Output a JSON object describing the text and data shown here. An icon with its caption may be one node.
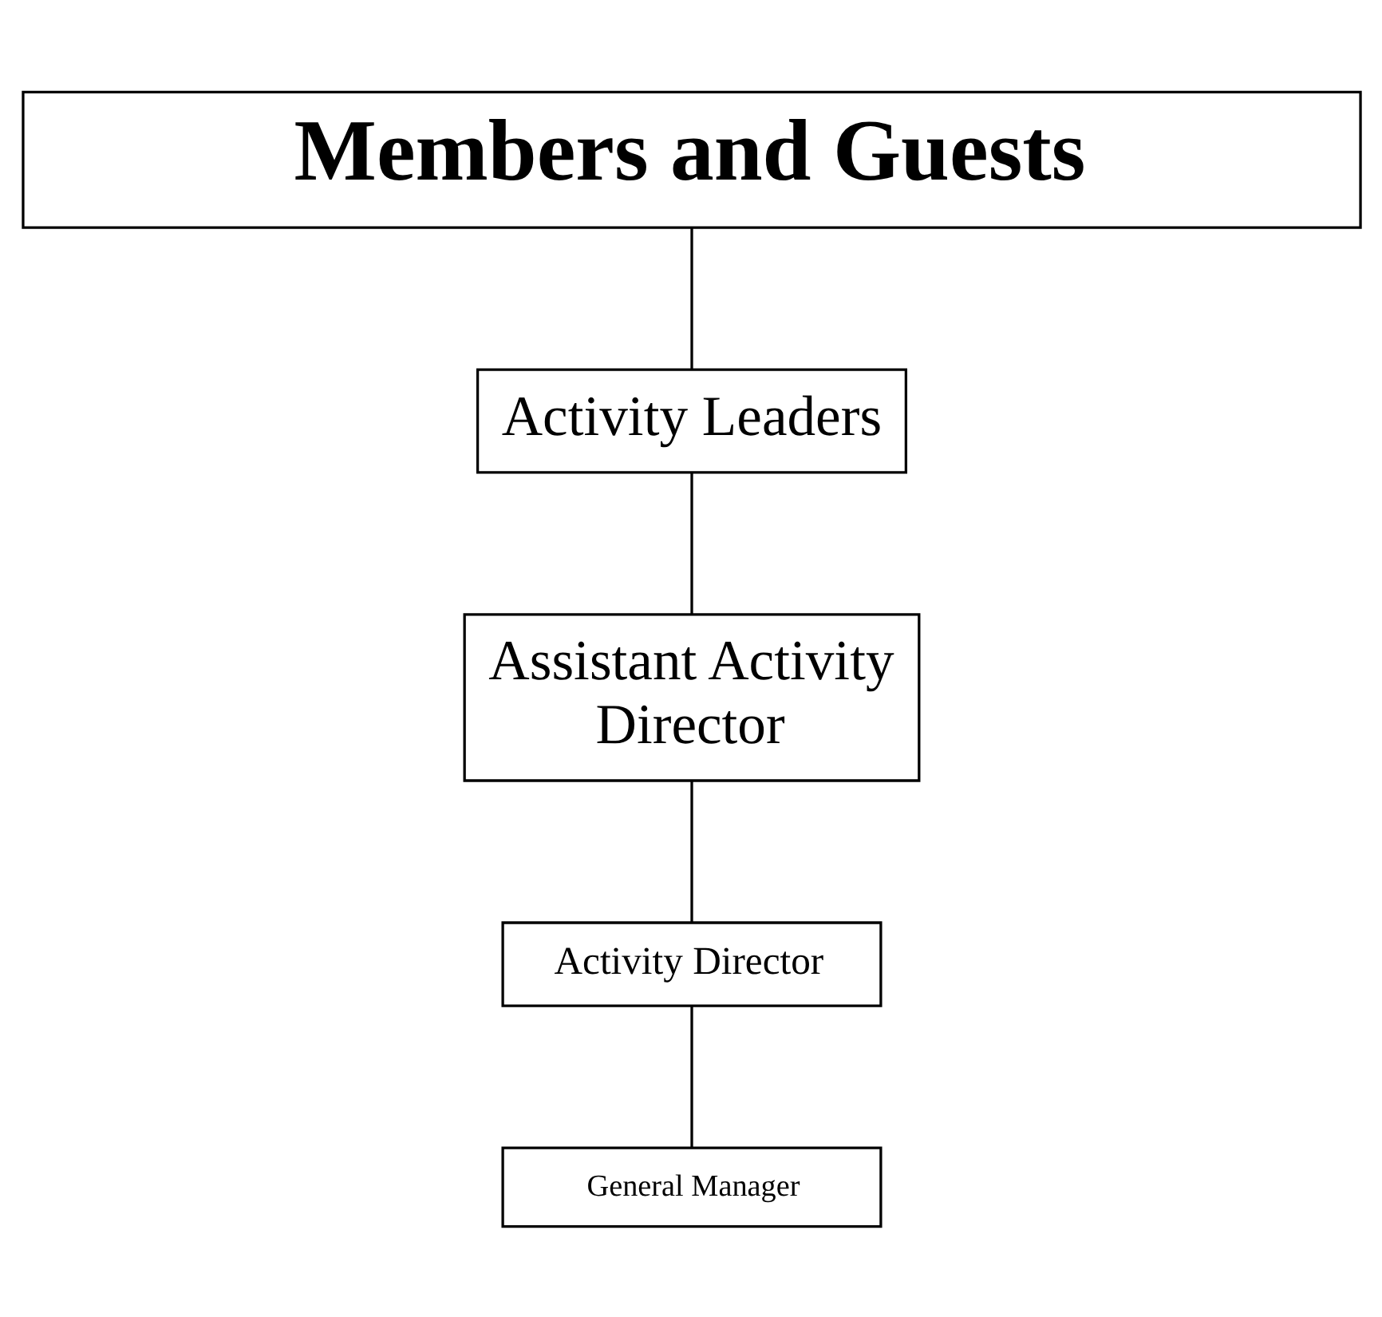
{
  "diagram": {
    "nodes": [
      {
        "text": [
          "Members and Guests"
        ]
      },
      {
        "text": [
          "Activity Leaders"
        ]
      },
      {
        "text": [
          "Assistant Activity Director"
        ]
      },
      {
        "text": [
          "Activity Director"
        ]
      },
      {
        "text": [
          "General Manager"
        ]
      }
    ],
    "edges": [
      {
        "from": 0,
        "to": 1,
        "arrow": "none"
      },
      {
        "from": 1,
        "to": 2,
        "arrow": "none"
      },
      {
        "from": 2,
        "to": 3,
        "arrow": "none"
      },
      {
        "from": 3,
        "to": 4,
        "arrow": "none"
      }
    ]
  }
}
